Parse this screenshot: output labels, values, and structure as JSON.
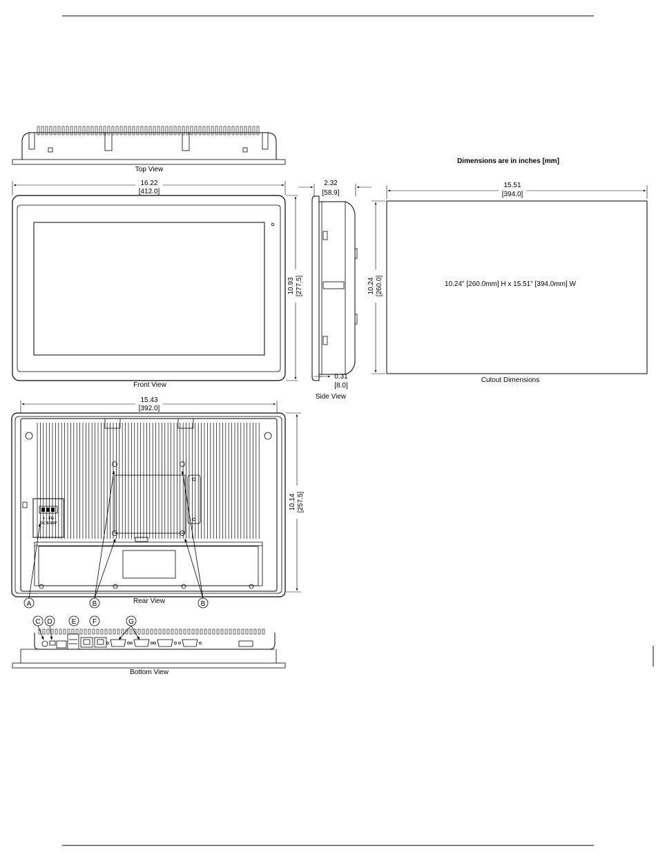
{
  "note": "Dimensions are in inches [mm]",
  "views": {
    "top": "Top View",
    "front": "Front View",
    "side": "Side View",
    "cutout": "Cutout Dimensions",
    "rear": "Rear View",
    "bottom": "Bottom View"
  },
  "dimensions": {
    "front_width_in": "16.22",
    "front_width_mm": "[412.0]",
    "front_height_in": "10.93",
    "front_height_mm": "[277.5]",
    "side_depth_in": "2.32",
    "side_depth_mm": "[58.9]",
    "side_bezel_in": "0.31",
    "side_bezel_mm": "[8.0]",
    "cutout_width_in": "15.51",
    "cutout_width_mm": "[394.0]",
    "cutout_height_in": "10.24",
    "cutout_height_mm": "[260.0]",
    "rear_width_in": "15.43",
    "rear_width_mm": "[392.0]",
    "rear_height_in": "10.14",
    "rear_height_mm": "[257.5]"
  },
  "cutout_text": "10.24\" [260.0mm] H x 15.51\" [394.0mm] W",
  "power_labels": {
    "line1": "+ - FG",
    "line2": "DC  9-36V"
  },
  "callouts": {
    "a": "A",
    "b": "B",
    "c": "C",
    "d": "D",
    "e": "E",
    "f": "F",
    "g": "G"
  }
}
